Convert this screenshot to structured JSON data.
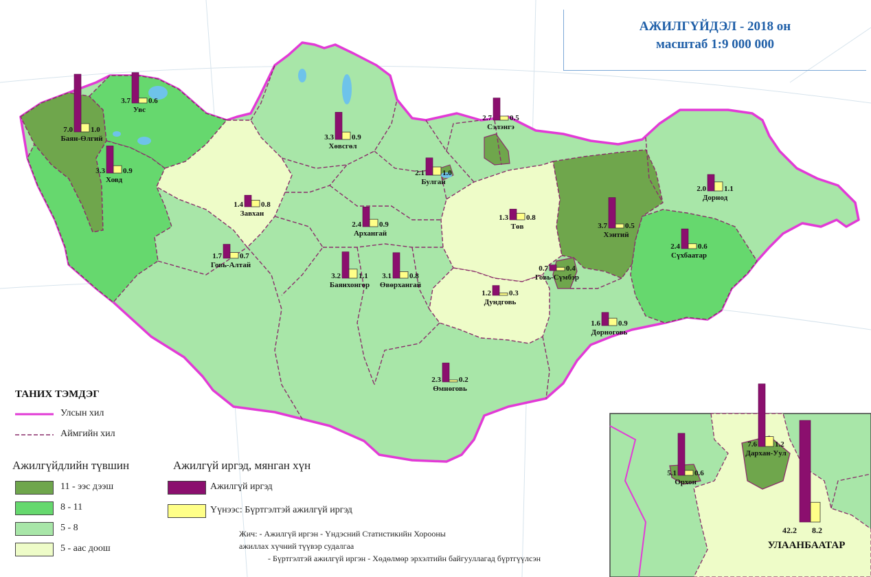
{
  "title": {
    "line1": "АЖИЛГҮЙДЭЛ - 2018 он",
    "line2": "масштаб 1:9 000 000"
  },
  "colors": {
    "border": "#e23ad6",
    "aimag_border": "#8a2d6a",
    "level_11_plus": "#6fa64c",
    "level_8_11": "#66d86e",
    "level_5_8": "#a8e6a8",
    "level_below_5": "#eefcc8",
    "bar_unemployed": "#8b0f6e",
    "bar_registered": "#ffff88",
    "water": "#6ec3ea"
  },
  "legend": {
    "heading": "ТАНИХ ТЭМДЭГ",
    "national_border": "Улсын хил",
    "aimag_border": "Аймгийн хил",
    "levels_heading": "Ажилгүйдлийн түвшин",
    "levels": [
      {
        "label": "11 - ээс дээш",
        "color": "#6fa64c"
      },
      {
        "label": "8 - 11",
        "color": "#66d86e"
      },
      {
        "label": "5 - 8",
        "color": "#a8e6a8"
      },
      {
        "label": "5 - аас доош",
        "color": "#eefcc8"
      }
    ],
    "bars_heading": "Ажилгүй иргэд, мянган хүн",
    "bar_unemployed": "Ажилгүй иргэд",
    "bar_registered": "Үүнээс: Бүртгэлтэй ажилгүй иргэд"
  },
  "note": {
    "line1": "Жич:  - Ажилгүй иргэн - Үндэсний Статистикийн Хорооны",
    "line2": "ажиллах хүчний түүвэр судалгаа",
    "line3": "- Бүртгэлтэй ажилгүй иргэн - Хөдөлмөр эрхэлтийн байгууллагад бүртгүүлсэн"
  },
  "provinces": [
    {
      "name": "Баян-Өлгий",
      "unemployed": 7.0,
      "registered": 1.0
    },
    {
      "name": "Увс",
      "unemployed": 3.7,
      "registered": 0.6
    },
    {
      "name": "Ховд",
      "unemployed": 3.3,
      "registered": 0.9
    },
    {
      "name": "Хөвсгөл",
      "unemployed": 3.3,
      "registered": 0.9
    },
    {
      "name": "Сэлэнгэ",
      "unemployed": 2.7,
      "registered": 0.5
    },
    {
      "name": "Булган",
      "unemployed": 2.1,
      "registered": 1.0
    },
    {
      "name": "Завхан",
      "unemployed": 1.4,
      "registered": 0.8
    },
    {
      "name": "Архангай",
      "unemployed": 2.4,
      "registered": 0.9
    },
    {
      "name": "Төв",
      "unemployed": 1.3,
      "registered": 0.8
    },
    {
      "name": "Хэнтий",
      "unemployed": 3.7,
      "registered": 0.5
    },
    {
      "name": "Дорнод",
      "unemployed": 2.0,
      "registered": 1.1
    },
    {
      "name": "Сүхбаатар",
      "unemployed": 2.4,
      "registered": 0.6
    },
    {
      "name": "Говь-Алтай",
      "unemployed": 1.7,
      "registered": 0.7
    },
    {
      "name": "Баянхонгор",
      "unemployed": 3.2,
      "registered": 1.1
    },
    {
      "name": "Өвөрхангай",
      "unemployed": 3.1,
      "registered": 0.8
    },
    {
      "name": "Говь-Сүмбэр",
      "unemployed": 0.7,
      "registered": 0.4
    },
    {
      "name": "Дундговь",
      "unemployed": 1.2,
      "registered": 0.3
    },
    {
      "name": "Дорноговь",
      "unemployed": 1.6,
      "registered": 0.9
    },
    {
      "name": "Өмнөговь",
      "unemployed": 2.3,
      "registered": 0.2
    },
    {
      "name": "Дархан-Уул",
      "unemployed": 7.6,
      "registered": 1.2
    },
    {
      "name": "Орхон",
      "unemployed": 5.1,
      "registered": 0.6
    },
    {
      "name": "УЛААНБААТАР",
      "unemployed": 42.2,
      "registered": 8.2
    }
  ]
}
